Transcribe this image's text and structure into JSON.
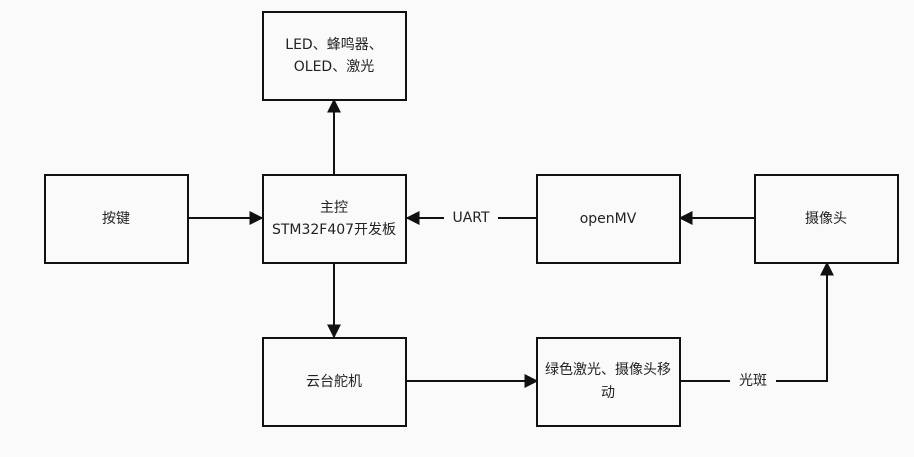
{
  "nodes": {
    "outputs": {
      "lines": [
        "LED、蜂鸣器、",
        "OLED、激光"
      ]
    },
    "keys": {
      "lines": [
        "按键"
      ]
    },
    "mcu": {
      "lines": [
        "主控",
        "STM32F407开发板"
      ]
    },
    "openmv": {
      "lines": [
        "openMV"
      ]
    },
    "camera": {
      "lines": [
        "摄像头"
      ]
    },
    "gimbal": {
      "lines": [
        "云台舵机"
      ]
    },
    "laser_move": {
      "lines": [
        "绿色激光、摄像头移",
        "动"
      ]
    }
  },
  "edges": {
    "uart": {
      "label": "UART"
    },
    "spot": {
      "label": "光斑"
    }
  }
}
